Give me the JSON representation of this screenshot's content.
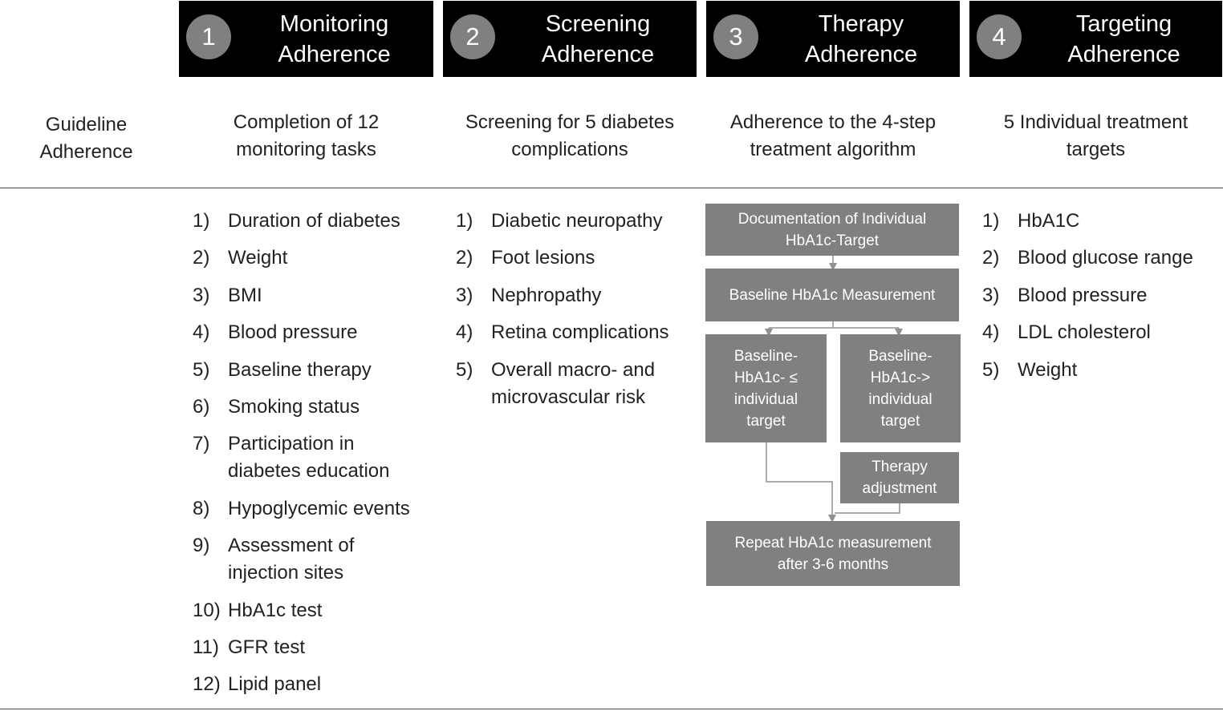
{
  "columns": [
    {
      "number": "1",
      "title_line1": "Monitoring",
      "title_line2": "Adherence",
      "desc_line1": "Completion of 12",
      "desc_line2": "monitoring tasks"
    },
    {
      "number": "2",
      "title_line1": "Screening",
      "title_line2": "Adherence",
      "desc_line1": "Screening for 5 diabetes",
      "desc_line2": "complications"
    },
    {
      "number": "3",
      "title_line1": "Therapy",
      "title_line2": "Adherence",
      "desc_line1": "Adherence to the 4-step",
      "desc_line2": "treatment algorithm"
    },
    {
      "number": "4",
      "title_line1": "Targeting",
      "title_line2": "Adherence",
      "desc_line1": "5 Individual treatment",
      "desc_line2": "targets"
    }
  ],
  "row_label": {
    "line1": "Guideline",
    "line2": "Adherence"
  },
  "monitoring_tasks": [
    {
      "n": "1)",
      "line1": "Duration of diabetes",
      "line2": ""
    },
    {
      "n": "2)",
      "line1": "Weight",
      "line2": ""
    },
    {
      "n": "3)",
      "line1": "BMI",
      "line2": ""
    },
    {
      "n": "4)",
      "line1": "Blood pressure",
      "line2": ""
    },
    {
      "n": "5)",
      "line1": "Baseline therapy",
      "line2": ""
    },
    {
      "n": "6)",
      "line1": "Smoking status",
      "line2": ""
    },
    {
      "n": "7)",
      "line1": "Participation in",
      "line2": "diabetes education"
    },
    {
      "n": "8)",
      "line1": "Hypoglycemic events",
      "line2": ""
    },
    {
      "n": "9)",
      "line1": "Assessment of",
      "line2": "injection sites"
    },
    {
      "n": "10)",
      "line1": "HbA1c test",
      "line2": ""
    },
    {
      "n": "11)",
      "line1": "GFR test",
      "line2": ""
    },
    {
      "n": "12)",
      "line1": "Lipid panel",
      "line2": ""
    }
  ],
  "screening_items": [
    {
      "n": "1)",
      "line1": "Diabetic neuropathy",
      "line2": ""
    },
    {
      "n": "2)",
      "line1": "Foot lesions",
      "line2": ""
    },
    {
      "n": "3)",
      "line1": "Nephropathy",
      "line2": ""
    },
    {
      "n": "4)",
      "line1": "Retina complications",
      "line2": ""
    },
    {
      "n": "5)",
      "line1": "Overall macro- and",
      "line2": "microvascular risk"
    }
  ],
  "targets": [
    {
      "n": "1)",
      "line1": "HbA1C"
    },
    {
      "n": "2)",
      "line1": "Blood glucose range"
    },
    {
      "n": "3)",
      "line1": "Blood pressure"
    },
    {
      "n": "4)",
      "line1": "LDL cholesterol"
    },
    {
      "n": "5)",
      "line1": "Weight"
    }
  ],
  "therapy_flow": {
    "documentation": {
      "line1": "Documentation of Individual",
      "line2": "HbA1c-Target"
    },
    "baseline_measurement": "Baseline HbA1c Measurement",
    "below_target": {
      "line1": "Baseline-",
      "line2": "HbA1c- ≤",
      "line3": "individual",
      "line4": "target"
    },
    "above_target": {
      "line1": "Baseline-",
      "line2": "HbA1c->",
      "line3": "individual",
      "line4": "target"
    },
    "adjustment": {
      "line1": "Therapy",
      "line2": "adjustment"
    },
    "repeat": {
      "line1": "Repeat HbA1c measurement",
      "line2": "after 3-6 months"
    }
  },
  "colors": {
    "header_bg": "#000000",
    "badge": "#808080",
    "flow_box": "#808080",
    "connector": "#909090"
  }
}
